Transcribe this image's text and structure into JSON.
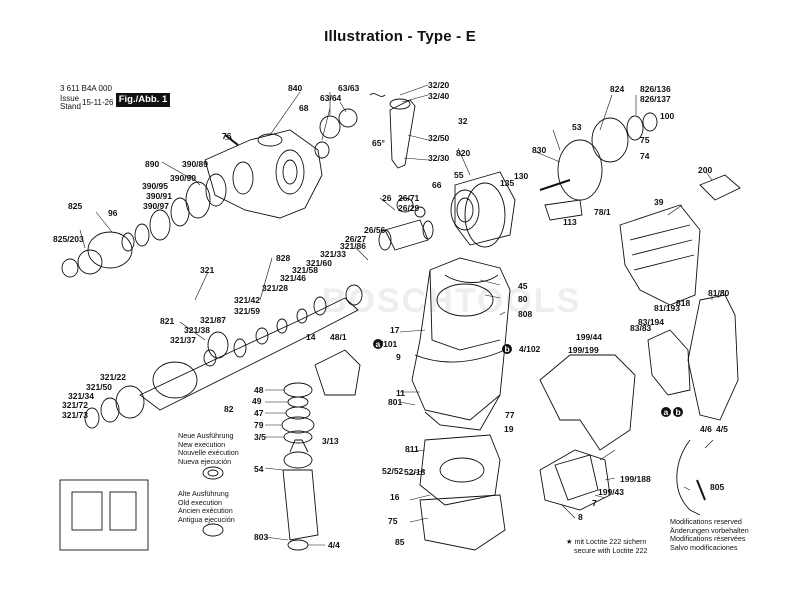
{
  "header": {
    "title": "Illustration - Type - E",
    "model": "3 611 B4A 000",
    "issue_label_1": "Issue",
    "issue_label_2": "Stand",
    "issue_date": "15-11-26",
    "fig_label": "Fig./Abb. 1"
  },
  "watermark": "BOSCHTOOLS",
  "notes": {
    "new_execution": [
      "Neue Ausführung",
      "New execution",
      "Nouvelle exécution",
      "Nueva ejecución"
    ],
    "old_execution": [
      "Alte Ausführung",
      "Old execution",
      "Ancien exécution",
      "Antigua ejecución"
    ],
    "loctite": [
      "mit Loctite 222 sichern",
      "secure with Loctite 222"
    ],
    "modifications": [
      "Modifications reserved",
      "Änderungen vorbehalten",
      "Modifications réservées",
      "Salvo modificaciones"
    ]
  },
  "parts": [
    "840",
    "63/63",
    "63/64",
    "68",
    "76",
    "890",
    "390/89",
    "390/90",
    "390/91",
    "390/95",
    "390/97",
    "96",
    "825",
    "825/203",
    "32/20",
    "32/40",
    "32",
    "32/50",
    "32/30",
    "65°",
    "820",
    "55",
    "66",
    "26",
    "26/71",
    "26/29",
    "26/56",
    "26/27",
    "321/86",
    "321/33",
    "321/60",
    "321/58",
    "321/46",
    "321/28",
    "321/42",
    "321/59",
    "828",
    "321",
    "821",
    "321/87",
    "321/38",
    "321/37",
    "321/22",
    "321/50",
    "321/34",
    "321/72",
    "321/73",
    "824",
    "826/136",
    "826/137",
    "53",
    "100",
    "830",
    "75",
    "74",
    "130",
    "135",
    "78/1",
    "113",
    "200",
    "39",
    "45",
    "80",
    "808",
    "17",
    "4/101",
    "4/102",
    "9",
    "11",
    "801",
    "77",
    "19",
    "811",
    "52/18",
    "16",
    "52/52",
    "75",
    "85",
    "14",
    "48/1",
    "48",
    "49",
    "47",
    "79",
    "3/5",
    "3/13",
    "54",
    "803",
    "4/4",
    "82",
    "818",
    "81/80",
    "81/193",
    "83/194",
    "83/83",
    "199/44",
    "199/199",
    "199/188",
    "199/43",
    "7",
    "8",
    "4/6",
    "4/5",
    "805"
  ],
  "markers": [
    "a",
    "b",
    "a",
    "b"
  ],
  "star": "★"
}
